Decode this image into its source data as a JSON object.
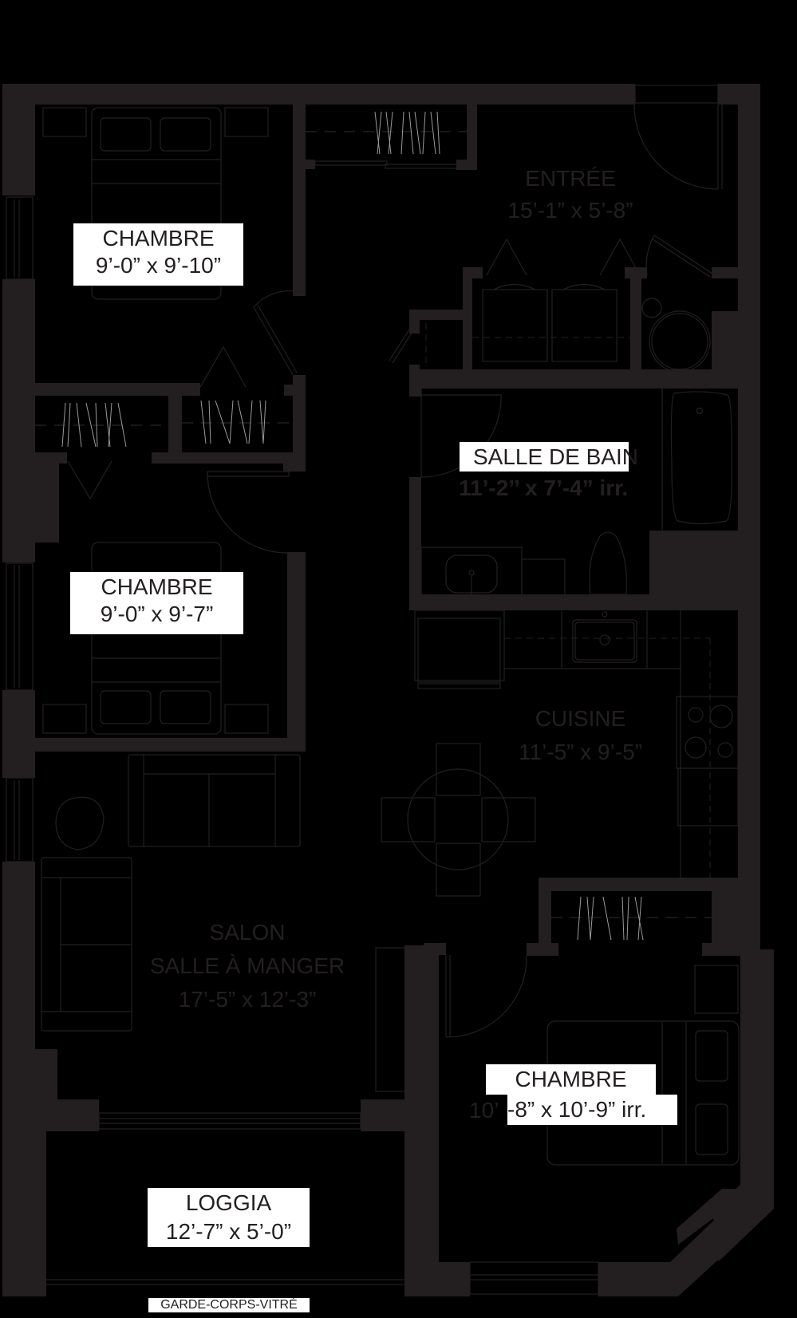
{
  "plan": {
    "title": "Floor plan",
    "colors": {
      "wall": "#231f20",
      "background": "#000000",
      "label_bg": "#ffffff",
      "label_text": "#231f20"
    },
    "rooms": [
      {
        "id": "chambre-1",
        "name": "CHAMBRE",
        "dimensions": "9’-0” x 9’-10”",
        "label_style": "white"
      },
      {
        "id": "entree",
        "name": "ENTRÉE",
        "dimensions": "15’-1” x 5’-8”",
        "label_style": "dark"
      },
      {
        "id": "salle-de-bain",
        "name": "SALLE DE BAIN",
        "dimensions": "11’-2’’ x 7’-4” irr.",
        "label_style": "white-name-only"
      },
      {
        "id": "chambre-2",
        "name": "CHAMBRE",
        "dimensions": "9’-0” x 9’-7”",
        "label_style": "white"
      },
      {
        "id": "cuisine",
        "name": "CUISINE",
        "dimensions": "11’-5” x 9’-5”",
        "label_style": "dark"
      },
      {
        "id": "salon",
        "name": "SALON",
        "name2": "SALLE À MANGER",
        "dimensions": "17’-5” x 12’-3”",
        "label_style": "dark"
      },
      {
        "id": "chambre-3",
        "name": "CHAMBRE",
        "dimensions": "10’-8” x 10’-9” irr.",
        "dimensions_prefix": "10’",
        "dimensions_rest": "-8” x 10’-9” irr.",
        "label_style": "white"
      },
      {
        "id": "loggia",
        "name": "LOGGIA",
        "dimensions": "12’-7” x 5’-0”",
        "label_style": "white"
      }
    ],
    "annotations": [
      {
        "id": "garde-corps",
        "text": "GARDE-CORPS-VITRÉ"
      }
    ]
  }
}
